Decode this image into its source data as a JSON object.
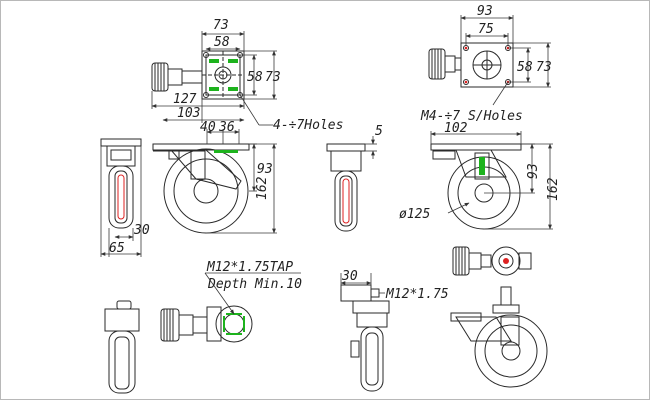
{
  "drawing": {
    "mount_plate_a": {
      "dims": [
        "73",
        "58",
        "58",
        "73",
        "127",
        "103"
      ],
      "holes_note": "4-÷7Holes"
    },
    "mount_plate_b": {
      "dims": [
        "93",
        "75",
        "58",
        "73",
        "102"
      ],
      "holes_note": "M4-÷7 S/Holes"
    },
    "caster_a": {
      "dims": [
        "40",
        "36",
        "93",
        "162",
        "30",
        "65"
      ]
    },
    "caster_b": {
      "dims": [
        "5",
        "93",
        "162"
      ],
      "wheel_dia": "ø125"
    },
    "stem_caster": {
      "thread_note": "M12*1.75TAP",
      "depth_note": "Depth Min.10",
      "stem_len": "30",
      "stem_thread": "M12*1.75"
    }
  },
  "colors": {
    "line": "#2a2a2a",
    "dim": "#3a3a3a",
    "green": "#1db31d",
    "bg": "#ffffff",
    "border": "#b8b8b8"
  }
}
